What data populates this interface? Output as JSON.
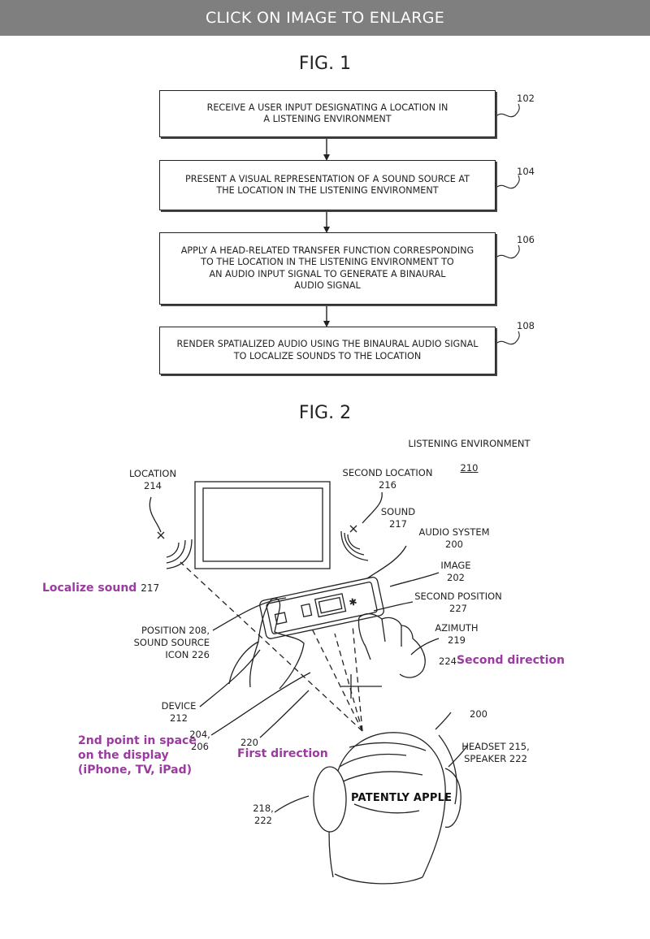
{
  "banner": {
    "label": "CLICK ON IMAGE TO ENLARGE"
  },
  "fig1": {
    "title": "FIG. 1",
    "steps": [
      {
        "text": "RECEIVE A USER INPUT DESIGNATING A LOCATION IN\nA LISTENING ENVIRONMENT",
        "ref": "102"
      },
      {
        "text": "PRESENT A VISUAL REPRESENTATION OF A SOUND SOURCE AT\nTHE LOCATION IN THE LISTENING ENVIRONMENT",
        "ref": "104"
      },
      {
        "text": "APPLY A HEAD-RELATED TRANSFER FUNCTION CORRESPONDING\nTO THE LOCATION IN THE LISTENING ENVIRONMENT TO\nAN AUDIO INPUT SIGNAL TO GENERATE A BINAURAL\nAUDIO SIGNAL",
        "ref": "106"
      },
      {
        "text": "RENDER SPATIALIZED AUDIO USING THE BINAURAL AUDIO SIGNAL\nTO LOCALIZE SOUNDS TO THE LOCATION",
        "ref": "108"
      }
    ]
  },
  "fig2": {
    "title": "FIG. 2",
    "env_label": "LISTENING ENVIRONMENT",
    "env_ref": "210",
    "labels": {
      "location": "LOCATION\n214",
      "second_location": "SECOND LOCATION\n216",
      "sound": "SOUND\n217",
      "audio_system": "AUDIO SYSTEM\n200",
      "image": "IMAGE\n202",
      "second_position": "SECOND POSITION\n227",
      "azimuth": "AZIMUTH\n219",
      "ref_224": "224",
      "position": "POSITION 208,\nSOUND SOURCE\nICON 226",
      "device": "DEVICE\n212",
      "ref_204": "204,\n206",
      "ref_220": "220",
      "ref_200": "200",
      "headset": "HEADSET 215,\nSPEAKER 222",
      "ref_218": "218,\n222"
    },
    "callouts": {
      "localize": "Localize sound",
      "localize_ref": "217",
      "second_direction": "Second direction",
      "first_direction": "First direction",
      "second_point": "2nd point in space\non the display\n(iPhone, TV, iPad)"
    },
    "watermark": "PATENTLY APPLE"
  }
}
